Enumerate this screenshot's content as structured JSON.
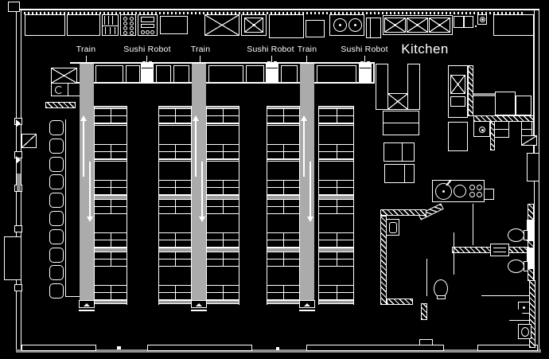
{
  "labels": [
    {
      "id": "train-1",
      "text": "Train"
    },
    {
      "id": "sushi-robot-1",
      "text": "Sushi Robot"
    },
    {
      "id": "train-2",
      "text": "Train"
    },
    {
      "id": "sushi-robot-2",
      "text": "Sushi Robot"
    },
    {
      "id": "train-3",
      "text": "Train"
    },
    {
      "id": "sushi-robot-3",
      "text": "Sushi Robot"
    },
    {
      "id": "kitchen",
      "text": "Kitchen"
    }
  ],
  "colors": {
    "background": "#000000",
    "line": "#ffffff",
    "train_lane": "#ababab",
    "table_band": "#9c9c9c",
    "wall_gray": "#8f8f8f"
  },
  "icons": [
    "x-cross-icon",
    "burner-grid-icon",
    "dishwasher-icon",
    "rice-cooker-icon",
    "sink-x-icon",
    "cooktop-circles-icon",
    "toilet-icon",
    "wash-basin-icon",
    "arrow-up-icon",
    "arrow-down-icon",
    "door-swing-icon",
    "hatched-wall",
    "c-seat-icon",
    "sushi-robot-box"
  ]
}
